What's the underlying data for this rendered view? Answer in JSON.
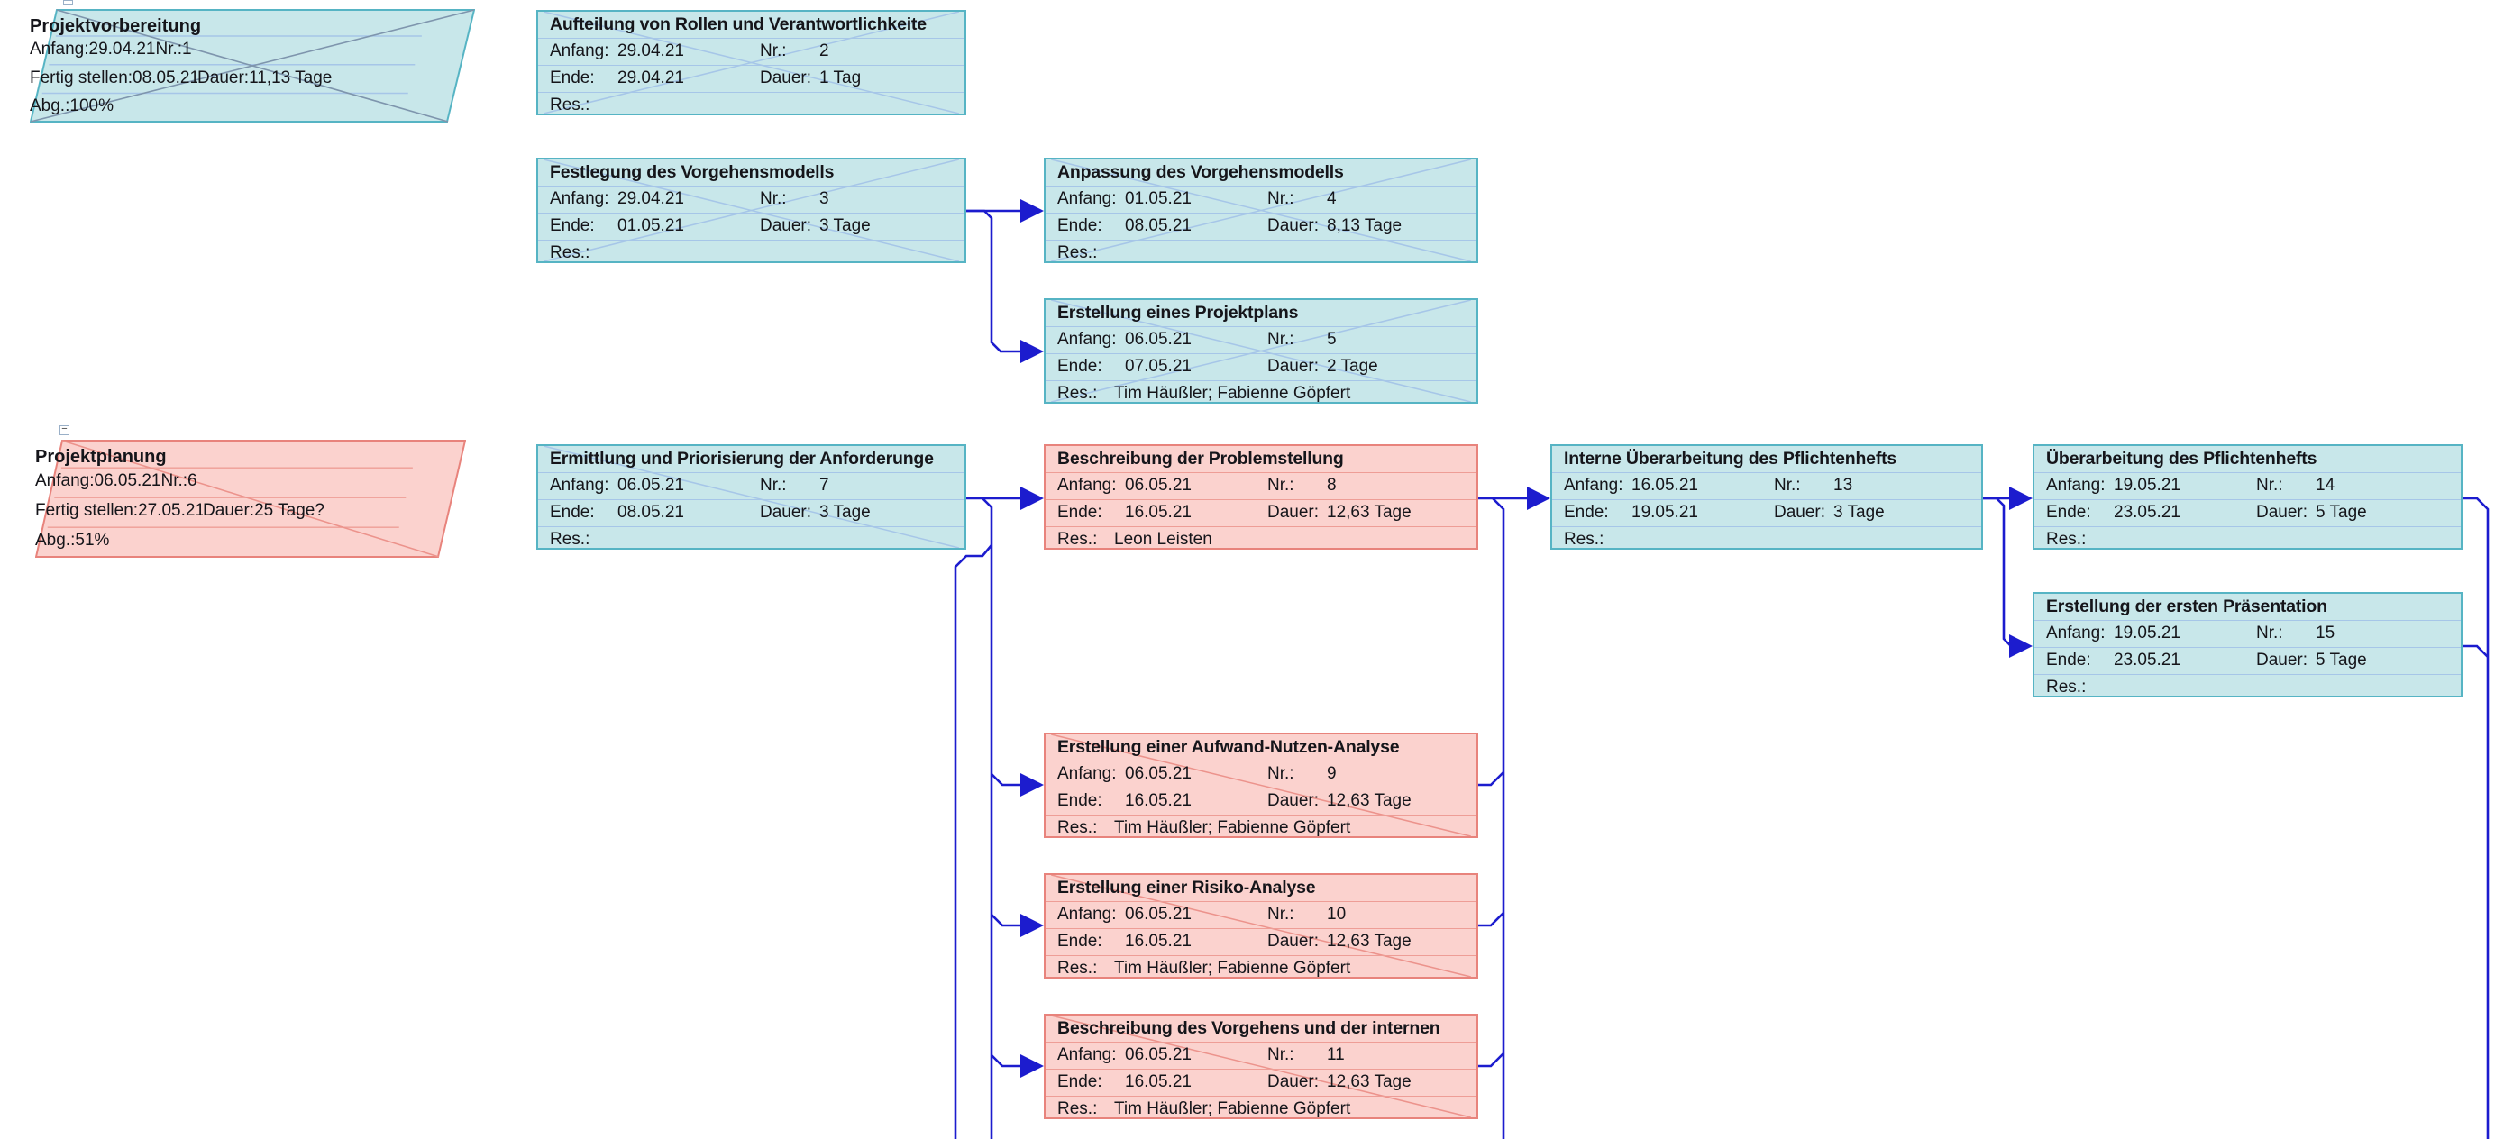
{
  "diagram": {
    "app": "project-network-diagram",
    "labels": {
      "start": "Anfang:",
      "end": "Ende:",
      "nr": "Nr.:",
      "duration": "Dauer:",
      "resources": "Res.:",
      "finish": "Fertig stellen:",
      "complete": "Abg.:",
      "collapse_glyph": "−"
    },
    "colors": {
      "link": "#1c1cce",
      "teal_fill": "#c8e7ea",
      "teal_border": "#56b4c4",
      "teal_grid": "#a6c6e8",
      "teal_diag": "#a6c6e8",
      "teal_summary_diag": "#7e95ad",
      "pink_fill": "#fbd2ce",
      "pink_border": "#e8837c",
      "pink_grid": "#ee9d96",
      "pink_diag": "#ec938c",
      "text": "#15151a"
    },
    "nodes": [
      {
        "id": "1",
        "kind": "summary",
        "theme": "teal",
        "marks": "x",
        "title": "Projektvorbereitung",
        "start": "29.04.21",
        "nr": "1",
        "finish": "08.05.21",
        "duration": "11,13 Tage",
        "complete": "100%"
      },
      {
        "id": "2",
        "kind": "task",
        "theme": "teal",
        "marks": "x",
        "title": "Aufteilung von Rollen und Verantwortlichkeite",
        "start": "29.04.21",
        "nr": "2",
        "end": "29.04.21",
        "duration": "1 Tag",
        "resources": ""
      },
      {
        "id": "3",
        "kind": "task",
        "theme": "teal",
        "marks": "x",
        "title": "Festlegung des Vorgehensmodells",
        "start": "29.04.21",
        "nr": "3",
        "end": "01.05.21",
        "duration": "3 Tage",
        "resources": ""
      },
      {
        "id": "4",
        "kind": "task",
        "theme": "teal",
        "marks": "x",
        "title": "Anpassung des Vorgehensmodells",
        "start": "01.05.21",
        "nr": "4",
        "end": "08.05.21",
        "duration": "8,13 Tage",
        "resources": ""
      },
      {
        "id": "5",
        "kind": "task",
        "theme": "teal",
        "marks": "x",
        "title": "Erstellung eines Projektplans",
        "start": "06.05.21",
        "nr": "5",
        "end": "07.05.21",
        "duration": "2 Tage",
        "resources": "Tim Häußler; Fabienne Göpfert"
      },
      {
        "id": "6",
        "kind": "summary",
        "theme": "pink",
        "marks": "diag",
        "title": "Projektplanung",
        "start": "06.05.21",
        "nr": "6",
        "finish": "27.05.21",
        "duration": "25 Tage?",
        "complete": "51%"
      },
      {
        "id": "7",
        "kind": "task",
        "theme": "teal",
        "marks": "diag",
        "title": "Ermittlung und Priorisierung der Anforderunge",
        "start": "06.05.21",
        "nr": "7",
        "end": "08.05.21",
        "duration": "3 Tage",
        "resources": ""
      },
      {
        "id": "8",
        "kind": "task",
        "theme": "pink",
        "marks": "none",
        "title": "Beschreibung der Problemstellung",
        "start": "06.05.21",
        "nr": "8",
        "end": "16.05.21",
        "duration": "12,63 Tage",
        "resources": "Leon Leisten"
      },
      {
        "id": "9",
        "kind": "task",
        "theme": "pink",
        "marks": "diag",
        "title": "Erstellung einer Aufwand-Nutzen-Analyse",
        "start": "06.05.21",
        "nr": "9",
        "end": "16.05.21",
        "duration": "12,63 Tage",
        "resources": "Tim Häußler; Fabienne Göpfert"
      },
      {
        "id": "10",
        "kind": "task",
        "theme": "pink",
        "marks": "diag",
        "title": "Erstellung einer Risiko-Analyse",
        "start": "06.05.21",
        "nr": "10",
        "end": "16.05.21",
        "duration": "12,63 Tage",
        "resources": "Tim Häußler; Fabienne Göpfert"
      },
      {
        "id": "11",
        "kind": "task",
        "theme": "pink",
        "marks": "diag",
        "title": "Beschreibung des Vorgehens und der internen",
        "start": "06.05.21",
        "nr": "11",
        "end": "16.05.21",
        "duration": "12,63 Tage",
        "resources": "Tim Häußler; Fabienne Göpfert"
      },
      {
        "id": "13",
        "kind": "task",
        "theme": "teal",
        "marks": "none",
        "title": "Interne Überarbeitung des Pflichtenhefts",
        "start": "16.05.21",
        "nr": "13",
        "end": "19.05.21",
        "duration": "3 Tage",
        "resources": ""
      },
      {
        "id": "14",
        "kind": "task",
        "theme": "teal",
        "marks": "none",
        "title": "Überarbeitung des Pflichtenhefts",
        "start": "19.05.21",
        "nr": "14",
        "end": "23.05.21",
        "duration": "5 Tage",
        "resources": ""
      },
      {
        "id": "15",
        "kind": "task",
        "theme": "teal",
        "marks": "none",
        "title": "Erstellung der ersten Präsentation",
        "start": "19.05.21",
        "nr": "15",
        "end": "23.05.21",
        "duration": "5 Tage",
        "resources": ""
      }
    ]
  }
}
